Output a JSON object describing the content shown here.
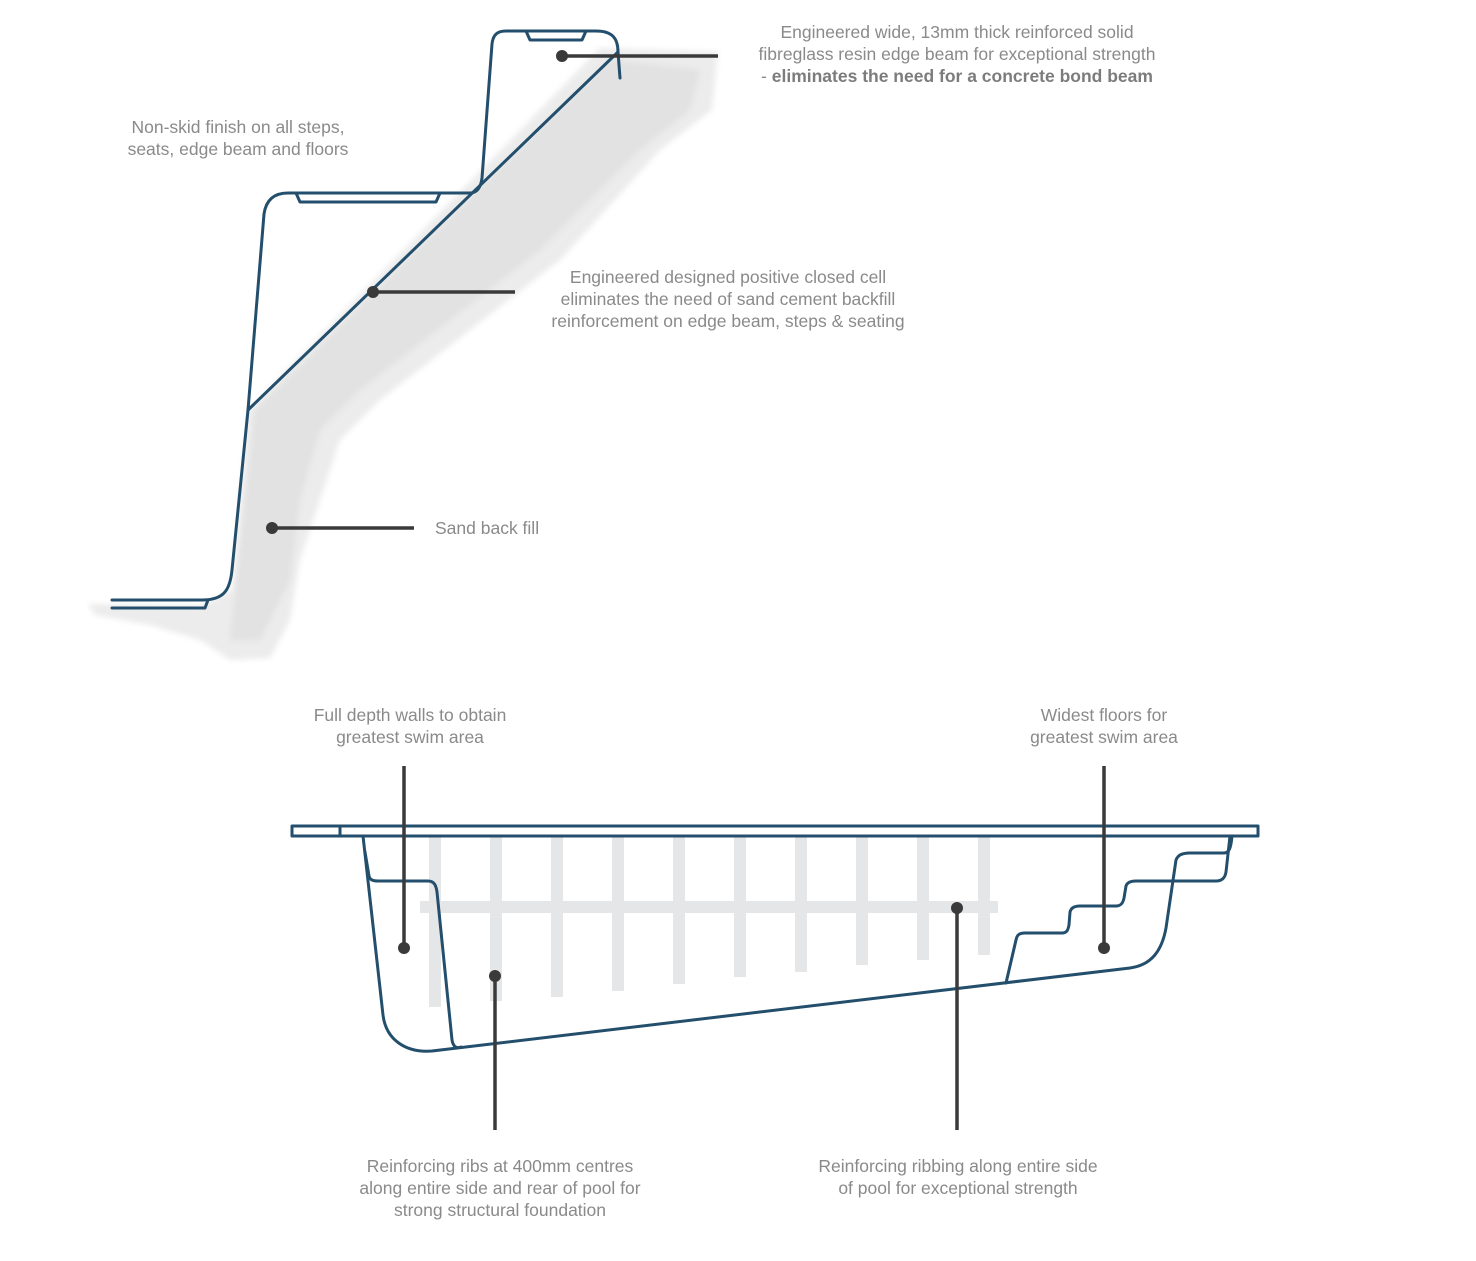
{
  "colors": {
    "outline": "#234e6c",
    "leader": "#3a3a3a",
    "fill": "#e7e7e7",
    "ribs": "#e5e6e8",
    "text": "#8a8a8a"
  },
  "callouts": {
    "edge_beam": {
      "line1": "Engineered wide, 13mm thick reinforced solid",
      "line2": "fibreglass resin edge beam for exceptional strength",
      "line3_prefix": "- ",
      "line3_bold": "eliminates the need for a concrete bond beam"
    },
    "non_skid": {
      "line1": "Non-skid finish on all steps,",
      "line2": "seats, edge beam and floors"
    },
    "closed_cell": {
      "line1": "Engineered designed positive closed cell",
      "line2": "eliminates the need of sand cement backfill",
      "line3": "reinforcement on edge beam, steps & seating"
    },
    "sand": {
      "line1": "Sand back fill"
    },
    "full_depth": {
      "line1": "Full depth walls to obtain",
      "line2": "greatest swim area"
    },
    "widest_floors": {
      "line1": "Widest floors for",
      "line2": "greatest swim area"
    },
    "ribs_400": {
      "line1": "Reinforcing ribs at 400mm centres",
      "line2": "along entire side and rear of pool for",
      "line3": "strong structural foundation"
    },
    "ribbing_side": {
      "line1": "Reinforcing ribbing along entire side",
      "line2": "of pool for exceptional strength"
    }
  }
}
